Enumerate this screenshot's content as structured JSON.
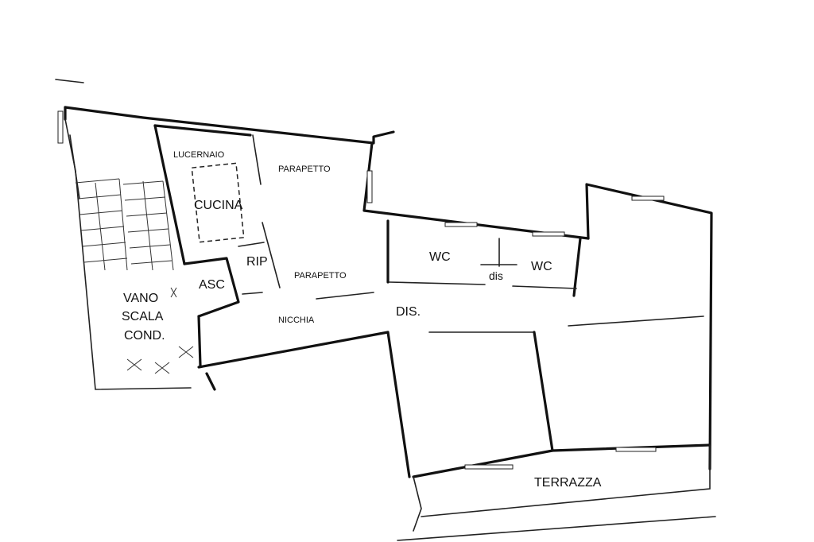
{
  "labels": {
    "lucernaio": "LUCERNAIO",
    "parapetto_top": "PARAPETTO",
    "cucina": "CUCINA",
    "rip": "RIP",
    "asc": "ASC",
    "vano": "VANO",
    "scala": "SCALA",
    "cond": "COND.",
    "parapetto_mid": "PARAPETTO",
    "nicchia": "NICCHIA",
    "wc_left": "WC",
    "dis_small": "dis",
    "wc_right": "WC",
    "dis_main": "DIS.",
    "terrazza": "TERRAZZA"
  }
}
